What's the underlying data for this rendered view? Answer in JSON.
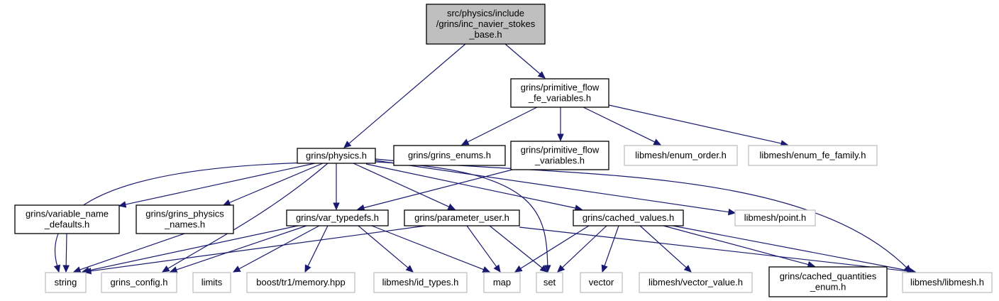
{
  "diagram": {
    "type": "include-dependency-graph",
    "colors": {
      "root_fill": "#bfbfbf",
      "node_border": "#000000",
      "external_border": "#bfbfbf",
      "edge": "#191970",
      "text": "#000000",
      "background": "#ffffff"
    },
    "nodes": [
      {
        "id": "root",
        "lines": [
          "src/physics/include",
          "/grins/inc_navier_stokes",
          "_base.h"
        ],
        "kind": "root"
      },
      {
        "id": "physics",
        "lines": [
          "grins/physics.h"
        ],
        "kind": "internal"
      },
      {
        "id": "prim_fe",
        "lines": [
          "grins/primitive_flow",
          "_fe_variables.h"
        ],
        "kind": "internal"
      },
      {
        "id": "grins_enums",
        "lines": [
          "grins/grins_enums.h"
        ],
        "kind": "internal"
      },
      {
        "id": "prim_vars",
        "lines": [
          "grins/primitive_flow",
          "_variables.h"
        ],
        "kind": "internal"
      },
      {
        "id": "enum_order",
        "lines": [
          "libmesh/enum_order.h"
        ],
        "kind": "external"
      },
      {
        "id": "enum_fe_family",
        "lines": [
          "libmesh/enum_fe_family.h"
        ],
        "kind": "external"
      },
      {
        "id": "var_name",
        "lines": [
          "grins/variable_name",
          "_defaults.h"
        ],
        "kind": "internal"
      },
      {
        "id": "phys_names",
        "lines": [
          "grins/grins_physics",
          "_names.h"
        ],
        "kind": "internal"
      },
      {
        "id": "var_typedefs",
        "lines": [
          "grins/var_typedefs.h"
        ],
        "kind": "internal"
      },
      {
        "id": "param_user",
        "lines": [
          "grins/parameter_user.h"
        ],
        "kind": "internal"
      },
      {
        "id": "cached_values",
        "lines": [
          "grins/cached_values.h"
        ],
        "kind": "internal"
      },
      {
        "id": "point",
        "lines": [
          "libmesh/point.h"
        ],
        "kind": "external"
      },
      {
        "id": "string",
        "lines": [
          "string"
        ],
        "kind": "external"
      },
      {
        "id": "grins_config",
        "lines": [
          "grins_config.h"
        ],
        "kind": "external"
      },
      {
        "id": "limits",
        "lines": [
          "limits"
        ],
        "kind": "external"
      },
      {
        "id": "memory",
        "lines": [
          "boost/tr1/memory.hpp"
        ],
        "kind": "external"
      },
      {
        "id": "id_types",
        "lines": [
          "libmesh/id_types.h"
        ],
        "kind": "external"
      },
      {
        "id": "map",
        "lines": [
          "map"
        ],
        "kind": "external"
      },
      {
        "id": "set",
        "lines": [
          "set"
        ],
        "kind": "external"
      },
      {
        "id": "vector",
        "lines": [
          "vector"
        ],
        "kind": "external"
      },
      {
        "id": "vector_value",
        "lines": [
          "libmesh/vector_value.h"
        ],
        "kind": "external"
      },
      {
        "id": "cached_quantities",
        "lines": [
          "grins/cached_quantities",
          "_enum.h"
        ],
        "kind": "internal"
      },
      {
        "id": "libmesh",
        "lines": [
          "libmesh/libmesh.h"
        ],
        "kind": "external"
      }
    ],
    "edges": [
      {
        "from": "root",
        "to": "physics"
      },
      {
        "from": "root",
        "to": "prim_fe"
      },
      {
        "from": "prim_fe",
        "to": "grins_enums"
      },
      {
        "from": "prim_fe",
        "to": "prim_vars"
      },
      {
        "from": "prim_fe",
        "to": "enum_order"
      },
      {
        "from": "prim_fe",
        "to": "enum_fe_family"
      },
      {
        "from": "physics",
        "to": "string"
      },
      {
        "from": "physics",
        "to": "var_name"
      },
      {
        "from": "physics",
        "to": "phys_names"
      },
      {
        "from": "physics",
        "to": "grins_config"
      },
      {
        "from": "physics",
        "to": "var_typedefs"
      },
      {
        "from": "physics",
        "to": "param_user"
      },
      {
        "from": "physics",
        "to": "cached_values"
      },
      {
        "from": "physics",
        "to": "set"
      },
      {
        "from": "physics",
        "to": "point"
      },
      {
        "from": "physics",
        "to": "libmesh"
      },
      {
        "from": "prim_vars",
        "to": "var_typedefs"
      },
      {
        "from": "var_name",
        "to": "string"
      },
      {
        "from": "phys_names",
        "to": "string"
      },
      {
        "from": "var_typedefs",
        "to": "string"
      },
      {
        "from": "var_typedefs",
        "to": "grins_config"
      },
      {
        "from": "var_typedefs",
        "to": "limits"
      },
      {
        "from": "var_typedefs",
        "to": "memory"
      },
      {
        "from": "var_typedefs",
        "to": "id_types"
      },
      {
        "from": "var_typedefs",
        "to": "map"
      },
      {
        "from": "param_user",
        "to": "string"
      },
      {
        "from": "param_user",
        "to": "map"
      },
      {
        "from": "param_user",
        "to": "set"
      },
      {
        "from": "param_user",
        "to": "libmesh"
      },
      {
        "from": "cached_values",
        "to": "map"
      },
      {
        "from": "cached_values",
        "to": "set"
      },
      {
        "from": "cached_values",
        "to": "vector"
      },
      {
        "from": "cached_values",
        "to": "vector_value"
      },
      {
        "from": "cached_values",
        "to": "cached_quantities"
      },
      {
        "from": "cached_values",
        "to": "libmesh"
      }
    ]
  }
}
